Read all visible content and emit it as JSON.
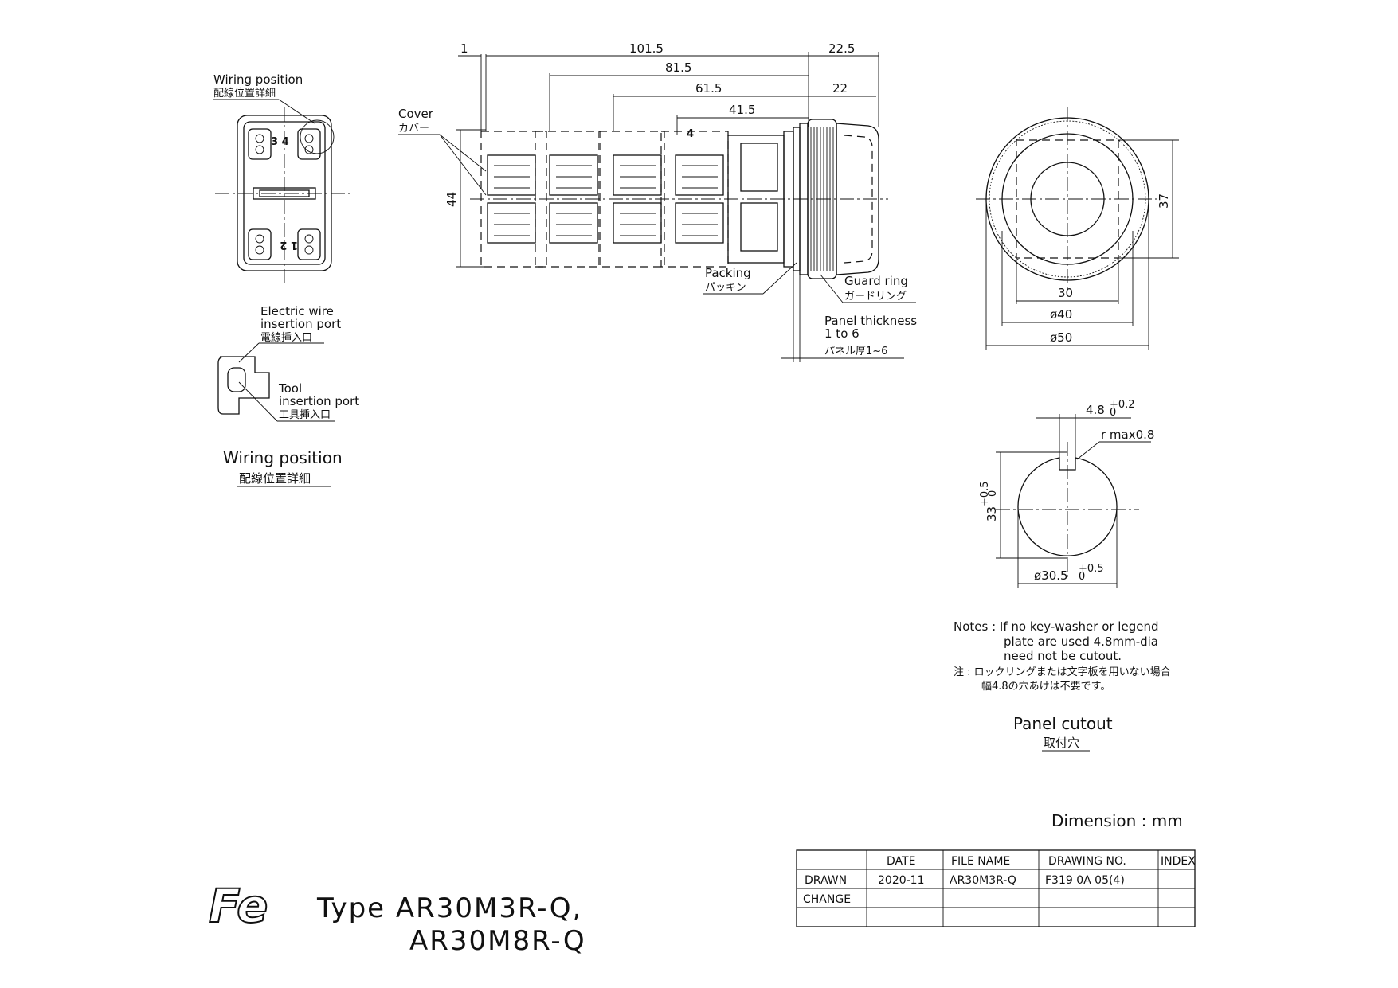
{
  "dimensions_side": {
    "d1": "1",
    "d101_5": "101.5",
    "d81_5": "81.5",
    "d61_5": "61.5",
    "d41_5": "41.5",
    "d22_5": "22.5",
    "d22": "22",
    "d44": "44",
    "term4": "4"
  },
  "labels_side": {
    "cover_en": "Cover",
    "cover_jp": "カバー",
    "packing_en": "Packing",
    "packing_jp": "パッキン",
    "guard_en": "Guard ring",
    "guard_jp": "ガードリング",
    "panel_en1": "Panel thickness",
    "panel_en2": "1 to 6",
    "panel_jp": "パネル厚1~6"
  },
  "front_view": {
    "d37": "37",
    "d30": "30",
    "d40": "ø40",
    "d50": "ø50"
  },
  "wiring": {
    "pos_en": "Wiring position",
    "pos_jp": "配線位置詳細",
    "t34": "3 4",
    "t12": "1 2",
    "wire_en1": "Electric wire",
    "wire_en2": "insertion port",
    "wire_jp": "電線挿入口",
    "tool_en1": "Tool",
    "tool_en2": "insertion port",
    "tool_jp": "工具挿入口",
    "title_en": "Wiring position",
    "title_jp": "配線位置詳細"
  },
  "cutout": {
    "d48": "4.8",
    "d48_tol": "+0.2",
    "d48_tol0": "0",
    "rmax": "r max0.8",
    "d33": "33",
    "d33_tol": "+0.5",
    "d33_tol0": "0",
    "d305": "ø30.5",
    "d305_tol": "+0.5",
    "d305_tol0": "0",
    "title_en": "Panel cutout",
    "title_jp": "取付穴"
  },
  "notes": {
    "en1": "Notes : If no key-washer or legend",
    "en2": "plate are used 4.8mm-dia",
    "en3": "need not be cutout.",
    "jp1": "注 : ロックリングまたは文字板を用いない場合",
    "jp2": "幅4.8の穴あけは不要です。"
  },
  "dimension_unit": "Dimension : mm",
  "title_block": {
    "headers": [
      "DATE",
      "FILE NAME",
      "DRAWING NO.",
      "INDEX"
    ],
    "rows": [
      {
        "label": "DRAWN",
        "date": "2020-11",
        "file": "AR30M3R-Q",
        "drawing": "F319 0A 05(4)",
        "index": ""
      },
      {
        "label": "CHANGE",
        "date": "",
        "file": "",
        "drawing": "",
        "index": ""
      },
      {
        "label": "",
        "date": "",
        "file": "",
        "drawing": "",
        "index": ""
      }
    ]
  },
  "type_line1": "Type  AR30M3R-Q,",
  "type_line2": "AR30M8R-Q",
  "logo": "Fe"
}
